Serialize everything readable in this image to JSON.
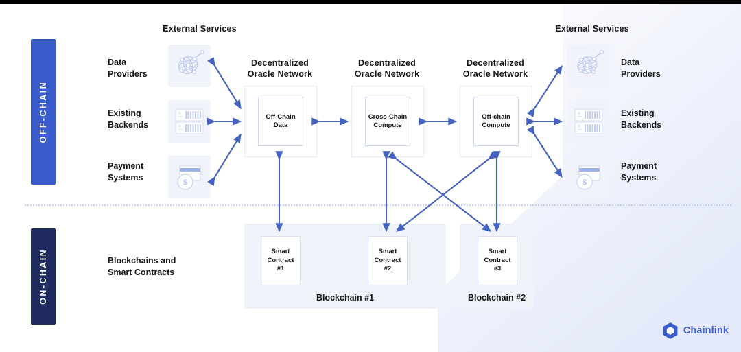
{
  "diagram": {
    "title_left": "External Services",
    "title_right": "External Services",
    "bands": {
      "offchain": "OFF-CHAIN",
      "onchain": "ON-CHAIN"
    },
    "onchain_caption_line1": "Blockchains and",
    "onchain_caption_line2": "Smart Contracts",
    "left_services": [
      {
        "label_line1": "Data",
        "label_line2": "Providers",
        "icon": "network-mesh-icon"
      },
      {
        "label_line1": "Existing",
        "label_line2": "Backends",
        "icon": "server-rack-icon"
      },
      {
        "label_line1": "Payment",
        "label_line2": "Systems",
        "icon": "credit-card-dollar-icon"
      }
    ],
    "right_services": [
      {
        "label_line1": "Data",
        "label_line2": "Providers",
        "icon": "network-mesh-icon"
      },
      {
        "label_line1": "Existing",
        "label_line2": "Backends",
        "icon": "server-rack-icon"
      },
      {
        "label_line1": "Payment",
        "label_line2": "Systems",
        "icon": "credit-card-dollar-icon"
      }
    ],
    "oracle_networks": [
      {
        "heading_line1": "Decentralized",
        "heading_line2": "Oracle Network",
        "node_line1": "Off-Chain",
        "node_line2": "Data"
      },
      {
        "heading_line1": "Decentralized",
        "heading_line2": "Oracle Network",
        "node_line1": "Cross-Chain",
        "node_line2": "Compute"
      },
      {
        "heading_line1": "Decentralized",
        "heading_line2": "Oracle Network",
        "node_line1": "Off-chain",
        "node_line2": "Compute"
      }
    ],
    "blockchains": [
      {
        "label": "Blockchain #1"
      },
      {
        "label": "Blockchain #2"
      }
    ],
    "smart_contracts": [
      {
        "line1": "Smart",
        "line2": "Contract",
        "line3": "#1"
      },
      {
        "line1": "Smart",
        "line2": "Contract",
        "line3": "#2"
      },
      {
        "line1": "Smart",
        "line2": "Contract",
        "line3": "#3"
      }
    ],
    "brand": {
      "name": "Chainlink",
      "logo_icon": "chainlink-hexagon-icon"
    },
    "colors": {
      "offchain_band": "#3a5ccc",
      "onchain_band": "#1f2a5e",
      "arrow": "#4462c0",
      "divider": "#c3cef0",
      "tile_bg": "#f1f3fa",
      "chain_bg": "#f0f2f9",
      "brand": "#3a5ccc",
      "top_strip": "#000000"
    }
  }
}
